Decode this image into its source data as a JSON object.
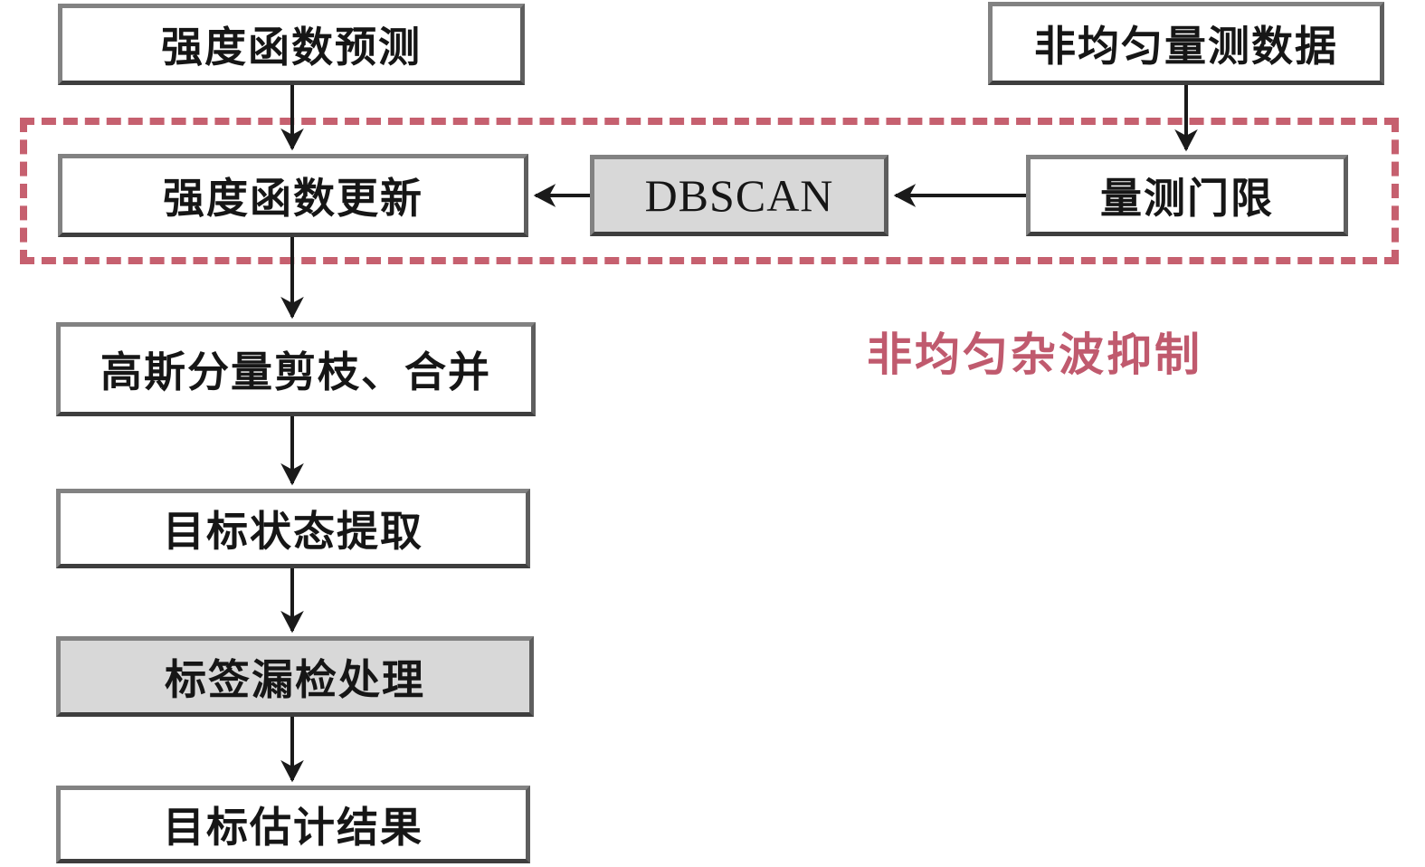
{
  "diagram": {
    "boxes": {
      "intensity_prediction": {
        "label": "强度函数预测",
        "fill": "white"
      },
      "nonuniform_measurement_data": {
        "label": "非均匀量测数据",
        "fill": "white"
      },
      "intensity_update": {
        "label": "强度函数更新",
        "fill": "white"
      },
      "dbscan": {
        "label": "DBSCAN",
        "fill": "gray"
      },
      "measurement_threshold": {
        "label": "量测门限",
        "fill": "white"
      },
      "gaussian_prune_merge": {
        "label": "高斯分量剪枝、合并",
        "fill": "white"
      },
      "target_state_extraction": {
        "label": "目标状态提取",
        "fill": "white"
      },
      "label_missed_detection": {
        "label": "标签漏检处理",
        "fill": "gray"
      },
      "target_estimation_result": {
        "label": "目标估计结果",
        "fill": "white"
      }
    },
    "annotation": {
      "clutter_suppression": "非均匀杂波抑制"
    },
    "flow": [
      "强度函数预测 → 强度函数更新",
      "非均匀量测数据 → 量测门限",
      "量测门限 → DBSCAN",
      "DBSCAN → 强度函数更新",
      "强度函数更新 → 高斯分量剪枝、合并",
      "高斯分量剪枝、合并 → 目标状态提取",
      "目标状态提取 → 标签漏检处理",
      "标签漏检处理 → 目标估计结果"
    ],
    "colors": {
      "dashed_border": "#c6606f",
      "annotation_text": "#c05a6e",
      "gray_fill": "#d8d8d8",
      "white_fill": "#ffffff",
      "box_border": "#828282",
      "arrow": "#1a1a1a"
    }
  }
}
